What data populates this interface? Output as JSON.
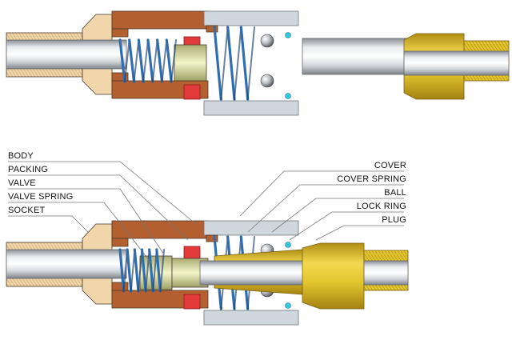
{
  "colors": {
    "body": "#b45f2f",
    "socket": "#f1d6ab",
    "packing": "#e23a3a",
    "valve": "#dfe3a6",
    "spring": "#2f6db0",
    "cover": "#cfd6dc",
    "plug": "#e3c52f",
    "steel": "#c5cad0",
    "leader": "#777777"
  },
  "labels_left": [
    {
      "text": "BODY",
      "icon": "body-label"
    },
    {
      "text": "PACKING",
      "icon": "packing-label"
    },
    {
      "text": "VALVE",
      "icon": "valve-label"
    },
    {
      "text": "VALVE SPRING",
      "icon": "valve-spring-label"
    },
    {
      "text": "SOCKET",
      "icon": "socket-label"
    }
  ],
  "labels_right": [
    {
      "text": "COVER",
      "icon": "cover-label"
    },
    {
      "text": "COVER SPRING",
      "icon": "cover-spring-label"
    },
    {
      "text": "BALL",
      "icon": "ball-label"
    },
    {
      "text": "LOCK RING",
      "icon": "lock-ring-label"
    },
    {
      "text": "PLUG",
      "icon": "plug-label"
    }
  ]
}
